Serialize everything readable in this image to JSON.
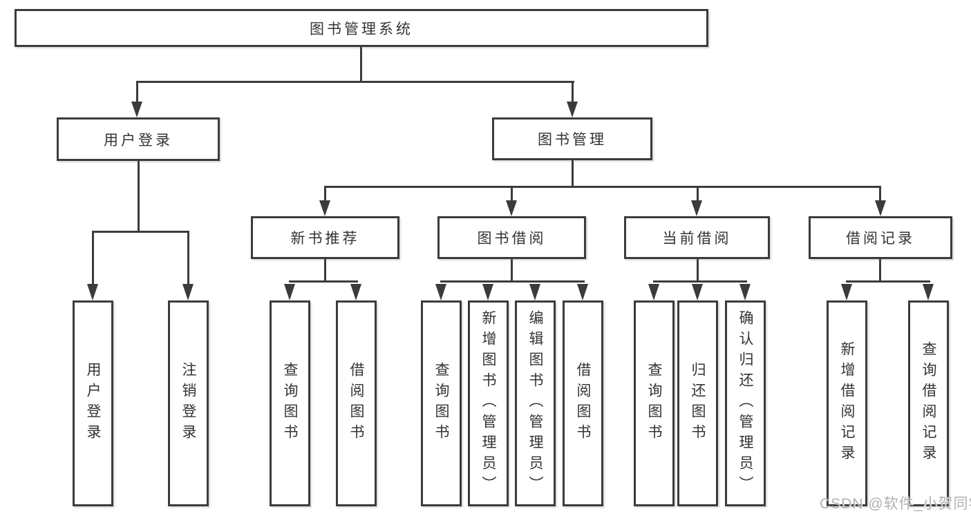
{
  "tree": {
    "label": "图书管理系统",
    "children": [
      {
        "label": "用户登录",
        "children": [
          {
            "label": "用户登录"
          },
          {
            "label": "注销登录"
          }
        ]
      },
      {
        "label": "图书管理",
        "children": [
          {
            "label": "新书推荐",
            "children": [
              {
                "label": "查询图书"
              },
              {
                "label": "借阅图书"
              }
            ]
          },
          {
            "label": "图书借阅",
            "children": [
              {
                "label": "查询图书"
              },
              {
                "label": "新增图书（管理员）"
              },
              {
                "label": "编辑图书（管理员）"
              },
              {
                "label": "借阅图书"
              }
            ]
          },
          {
            "label": "当前借阅",
            "children": [
              {
                "label": "查询图书"
              },
              {
                "label": "归还图书"
              },
              {
                "label": "确认归还（管理员）"
              }
            ]
          },
          {
            "label": "借阅记录",
            "children": [
              {
                "label": "新增借阅记录"
              },
              {
                "label": "查询借阅记录"
              }
            ]
          }
        ]
      }
    ]
  },
  "watermark": {
    "text": "CSDN @软件_小贺同学"
  },
  "colors": {
    "line": "#3b3b3b",
    "text": "#333333",
    "background": "#ffffff",
    "watermark": "#b0b0b0"
  }
}
